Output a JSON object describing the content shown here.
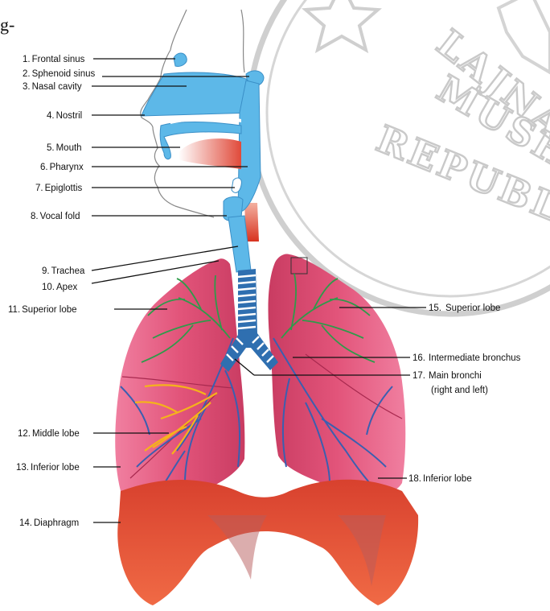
{
  "edge_fragment": "g-",
  "watermark": {
    "lines": [
      "LAJNAH",
      "MUSHA",
      "REPUBLI"
    ]
  },
  "labels": {
    "l1": {
      "num": "1.",
      "text": "Frontal sinus"
    },
    "l2": {
      "num": "2.",
      "text": "Sphenoid sinus"
    },
    "l3": {
      "num": "3.",
      "text": "Nasal cavity"
    },
    "l4": {
      "num": "4.",
      "text": "Nostril"
    },
    "l5": {
      "num": "5.",
      "text": "Mouth"
    },
    "l6": {
      "num": "6.",
      "text": "Pharynx"
    },
    "l7": {
      "num": "7.",
      "text": "Epiglottis"
    },
    "l8": {
      "num": "8.",
      "text": "Vocal fold"
    },
    "l9": {
      "num": "9.",
      "text": "Trachea"
    },
    "l10": {
      "num": "10.",
      "text": "Apex"
    },
    "l11": {
      "num": "11.",
      "text": "Superior lobe"
    },
    "l12": {
      "num": "12.",
      "text": "Middle lobe"
    },
    "l13": {
      "num": "13.",
      "text": "Inferior lobe"
    },
    "l14": {
      "num": "14.",
      "text": "Diaphragm"
    },
    "l15": {
      "num": "15.",
      "text": "Superior lobe"
    },
    "l16": {
      "num": "16.",
      "text": "Intermediate bronchus"
    },
    "l17": {
      "num": "17.",
      "text": "Main bronchi",
      "text2": "(right and left)"
    },
    "l18": {
      "num": "18.",
      "text": "Inferior lobe"
    }
  },
  "colors": {
    "airway": "#5db8e8",
    "lung": "#e2547a",
    "lung_light": "#f28ca8",
    "diaphragm": "#e8513a",
    "bronchi_blue": "#3a5fb0",
    "bronchi_green": "#2e9b4a",
    "bronchi_yellow": "#f5b21c",
    "trachea_ring": "#ffffff",
    "watermark": "#c9c9c9"
  }
}
